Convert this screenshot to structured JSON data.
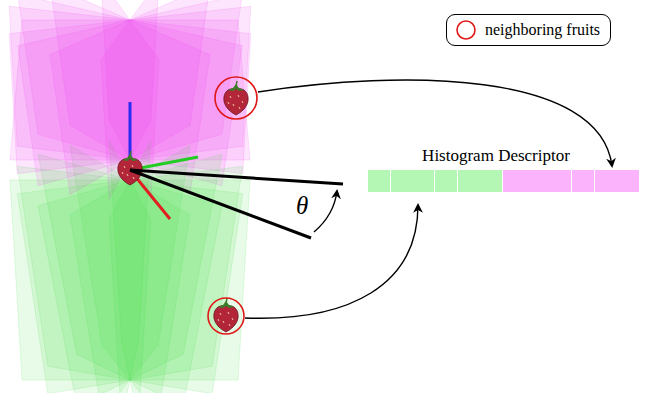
{
  "diagram": {
    "nodes": [
      {
        "text": [
          "Histogram Descriptor"
        ]
      }
    ],
    "labels": [
      "θ"
    ],
    "legend": [
      {
        "text": "neighboring fruits"
      }
    ]
  }
}
